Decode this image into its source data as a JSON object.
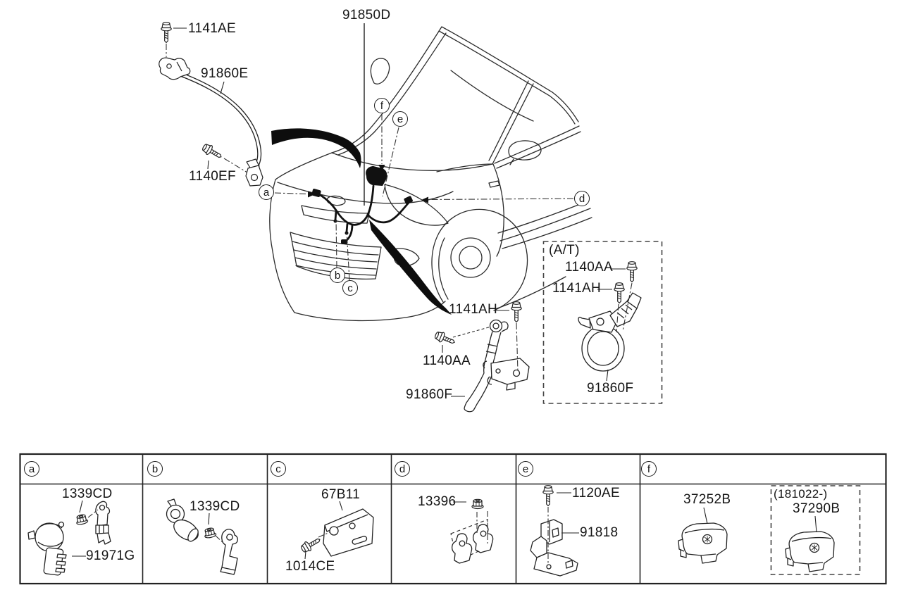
{
  "diagram": {
    "part_labels": {
      "bolt_1141ae": "1141AE",
      "cable_91860e": "91860E",
      "bolt_1140ef": "1140EF",
      "harness_91850d": "91850D",
      "bolt_1141ah": "1141AH",
      "bolt_1140aa": "1140AA",
      "bracket_91860f": "91860F"
    },
    "callouts": {
      "a": "a",
      "b": "b",
      "c": "c",
      "d": "d",
      "e": "e",
      "f": "f"
    },
    "at_box": {
      "title": "(A/T)",
      "bolt_1140aa": "1140AA",
      "bolt_1141ah": "1141AH",
      "cable_91860f": "91860F"
    }
  },
  "table": {
    "headers": {
      "a": "a",
      "b": "b",
      "c": "c",
      "d": "d",
      "e": "e",
      "f": "f"
    },
    "cells": {
      "a": {
        "nut": "1339CD",
        "sensor": "91971G"
      },
      "b": {
        "nut": "1339CD"
      },
      "c": {
        "bracket": "67B11",
        "bolt": "1014CE"
      },
      "d": {
        "nut": "13396"
      },
      "e": {
        "bolt": "1120AE",
        "bracket": "91818"
      },
      "f": {
        "cover": "37252B",
        "date_note": "(181022-)",
        "cover_late": "37290B"
      }
    }
  }
}
